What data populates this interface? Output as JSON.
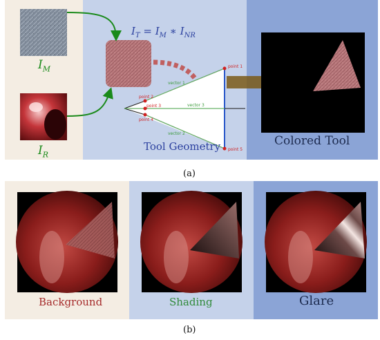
{
  "panel_a": {
    "caption": "(a)",
    "input_m_label": "I",
    "input_m_sub": "M",
    "input_r_label": "I",
    "input_r_sub": "R",
    "equation": {
      "lhs": "I",
      "lhs_sub": "T",
      "eq": " = ",
      "m": "I",
      "m_sub": "M",
      "star": " ∗ ",
      "nr": "I",
      "nr_sub": "NR"
    },
    "tool_geometry_label": "Tool Geometry",
    "colored_tool_label": "Colored Tool",
    "points": [
      "point 1",
      "point 2",
      "point 3",
      "point 4",
      "point 5"
    ],
    "vectors": [
      "vector 1",
      "vector 3",
      "vector 2"
    ]
  },
  "panel_b": {
    "caption": "(b)",
    "labels": [
      "Background",
      "Shading",
      "Glare"
    ]
  },
  "colors": {
    "beige": "#f4ede3",
    "light_blue": "#c5d2ea",
    "mid_blue": "#8ba4d6",
    "green": "#1a8a1a",
    "blue_text": "#2a3f9e",
    "red_text": "#a52a2a",
    "shading_green": "#2f8a3a"
  }
}
